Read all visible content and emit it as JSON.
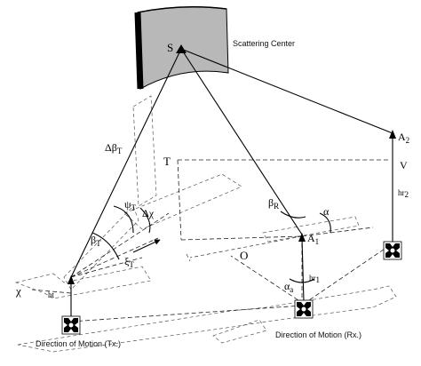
{
  "labels": {
    "s": "S",
    "scattering_center": "Scattering Center",
    "t": "T",
    "a1_main": "A",
    "a1_sub": "1",
    "a2_main": "A",
    "a2_sub": "2",
    "v": "V",
    "hr2_main": "hr",
    "hr2_sub": "2",
    "hr1_main": "hr",
    "hr1_sub": "1",
    "beta_r_main": "β",
    "beta_r_sub": "R",
    "alpha": "α",
    "alpha_a_main": "α",
    "alpha_a_sub": "a",
    "o": "O",
    "delta_beta_main": "Δβ",
    "delta_beta_sub": "T",
    "psi_main": "ψ",
    "psi_sub": "T",
    "delta_chi": "Δχ",
    "beta_t_main": "β",
    "beta_t_sub": "T",
    "xi_main": "ξ",
    "xi_sub": "T",
    "chi": "χ",
    "ht": "ht",
    "caption_tx": "Direction of Motion (Tx.)",
    "caption_rx": "Direction of Motion (Rx.)"
  },
  "colors": {
    "ink": "#000000",
    "surface_fill": "#b8b8b8",
    "surface_edge": "#000000"
  },
  "icons": {
    "transmitter": "antenna-cross-icon",
    "receiver_a1": "antenna-cross-icon",
    "receiver_a2": "antenna-cross-icon"
  }
}
